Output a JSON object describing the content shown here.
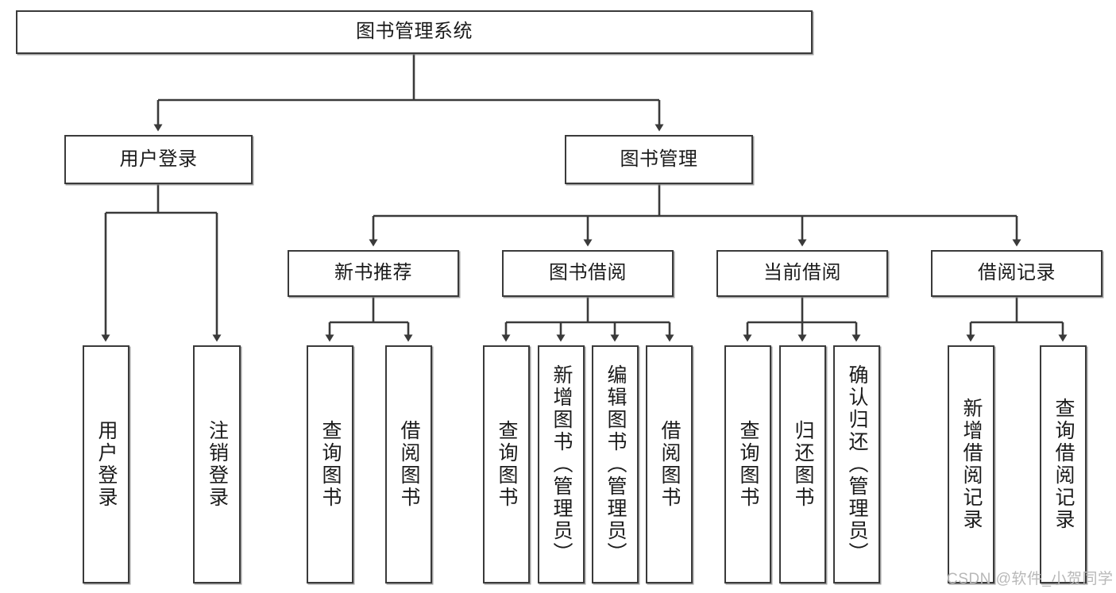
{
  "diagram": {
    "type": "tree-hierarchy-flowchart",
    "title": "图书管理系统",
    "orientation": "top-down",
    "stroke_color": "#3a3a3a",
    "fill_color": "#ffffff",
    "text_color": "#1b1b1b",
    "levels": [
      {
        "level": 1,
        "nodes": [
          {
            "id": "root",
            "label": "图书管理系统",
            "text_orientation": "horizontal"
          }
        ]
      },
      {
        "level": 2,
        "nodes": [
          {
            "id": "login",
            "label": "用户登录",
            "text_orientation": "horizontal",
            "parent": "root"
          },
          {
            "id": "bookmgmt",
            "label": "图书管理",
            "text_orientation": "horizontal",
            "parent": "root"
          }
        ]
      },
      {
        "level": 3,
        "nodes": [
          {
            "id": "newbook",
            "label": "新书推荐",
            "text_orientation": "horizontal",
            "parent": "bookmgmt"
          },
          {
            "id": "borrow",
            "label": "图书借阅",
            "text_orientation": "horizontal",
            "parent": "bookmgmt"
          },
          {
            "id": "current",
            "label": "当前借阅",
            "text_orientation": "horizontal",
            "parent": "bookmgmt"
          },
          {
            "id": "records",
            "label": "借阅记录",
            "text_orientation": "horizontal",
            "parent": "bookmgmt"
          }
        ]
      },
      {
        "level": 4,
        "nodes": [
          {
            "id": "leaf1",
            "label": "用户登录",
            "text_orientation": "vertical",
            "parent": "login"
          },
          {
            "id": "leaf2",
            "label": "注销登录",
            "text_orientation": "vertical",
            "parent": "login"
          },
          {
            "id": "leaf3",
            "label": "查询图书",
            "text_orientation": "vertical",
            "parent": "newbook"
          },
          {
            "id": "leaf4",
            "label": "借阅图书",
            "text_orientation": "vertical",
            "parent": "newbook"
          },
          {
            "id": "leaf5",
            "label": "查询图书",
            "text_orientation": "vertical",
            "parent": "borrow"
          },
          {
            "id": "leaf6",
            "label": "新增图书（管理员）",
            "text_orientation": "vertical",
            "parent": "borrow"
          },
          {
            "id": "leaf7",
            "label": "编辑图书（管理员）",
            "text_orientation": "vertical",
            "parent": "borrow"
          },
          {
            "id": "leaf8",
            "label": "借阅图书",
            "text_orientation": "vertical",
            "parent": "borrow"
          },
          {
            "id": "leaf9",
            "label": "查询图书",
            "text_orientation": "vertical",
            "parent": "current"
          },
          {
            "id": "leaf10",
            "label": "归还图书",
            "text_orientation": "vertical",
            "parent": "current"
          },
          {
            "id": "leaf11",
            "label": "确认归还（管理员）",
            "text_orientation": "vertical",
            "parent": "current"
          },
          {
            "id": "leaf12",
            "label": "新增借阅记录",
            "text_orientation": "vertical",
            "parent": "records"
          },
          {
            "id": "leaf13",
            "label": "查询借阅记录",
            "text_orientation": "vertical",
            "parent": "records"
          }
        ]
      }
    ]
  },
  "watermark": {
    "text": "CSDN @软件_小贺同学"
  }
}
